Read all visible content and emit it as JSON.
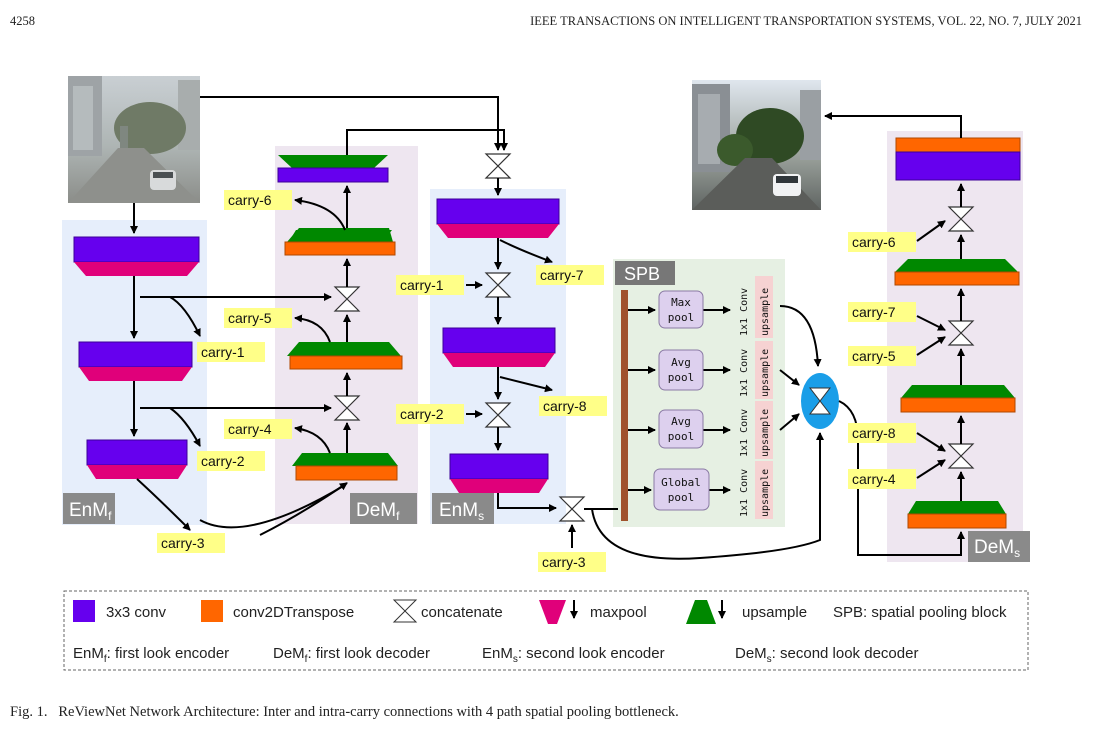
{
  "header": {
    "page_number": "4258",
    "journal": "IEEE TRANSACTIONS ON INTELLIGENT TRANSPORTATION SYSTEMS, VOL. 22, NO. 7, JULY 2021"
  },
  "modules": {
    "enmf": "EnM",
    "enmf_sub": "f",
    "demf": "DeM",
    "demf_sub": "f",
    "enms": "EnM",
    "enms_sub": "s",
    "dems": "DeM",
    "dems_sub": "s",
    "spb": "SPB"
  },
  "carry_labels": {
    "enmf_c1": "carry-1",
    "enmf_c2": "carry-2",
    "enmf_c3": "carry-3",
    "demf_c6": "carry-6",
    "demf_c5": "carry-5",
    "demf_c4": "carry-4",
    "enms_c7": "carry-7",
    "enms_c8": "carry-8",
    "enms_in1": "carry-1",
    "enms_in2": "carry-2",
    "enms_in3": "carry-3",
    "dems_c6": "carry-6",
    "dems_c7": "carry-7",
    "dems_c5": "carry-5",
    "dems_c8": "carry-8",
    "dems_c4": "carry-4"
  },
  "spb": {
    "pools": [
      {
        "line1": "Max",
        "line2": "pool"
      },
      {
        "line1": "Avg",
        "line2": "pool"
      },
      {
        "line1": "Avg",
        "line2": "pool"
      },
      {
        "line1": "Global",
        "line2": "pool"
      }
    ],
    "conv_label": "1x1 Conv",
    "upsample_label": "upsample"
  },
  "legend": {
    "conv": "3x3 conv",
    "transpose": "conv2DTranspose",
    "concat": "concatenate",
    "maxpool": "maxpool",
    "upsample": "upsample",
    "spb": "SPB: spatial pooling block",
    "enmf_desc": ": first look encoder",
    "demf_desc": ": first look decoder",
    "enms_desc": ": second look encoder",
    "dems_desc": ": second look decoder",
    "enm": "EnM",
    "dem": "DeM",
    "sub_f": "f",
    "sub_s": "s"
  },
  "caption": {
    "label": "Fig. 1.",
    "text": "ReViewNet Network Architecture: Inter and intra-carry connections with 4 path spatial pooling bottleneck."
  },
  "colors": {
    "conv": "#6600ee",
    "maxpool": "#e0007a",
    "transpose": "#ff6600",
    "upsample": "#008800",
    "carry_bg": "#ffff88",
    "enc_bg": "#e6eefb",
    "dec_bg": "#eee6f0",
    "spb_bg": "#e6f0e3",
    "pool_box": "#ddd0ee",
    "bar": "#a0522d",
    "concat_blue": "#1a9ee8"
  },
  "icons": [
    "concatenate-icon",
    "arrow-down-icon",
    "blue-concatenate-icon"
  ]
}
